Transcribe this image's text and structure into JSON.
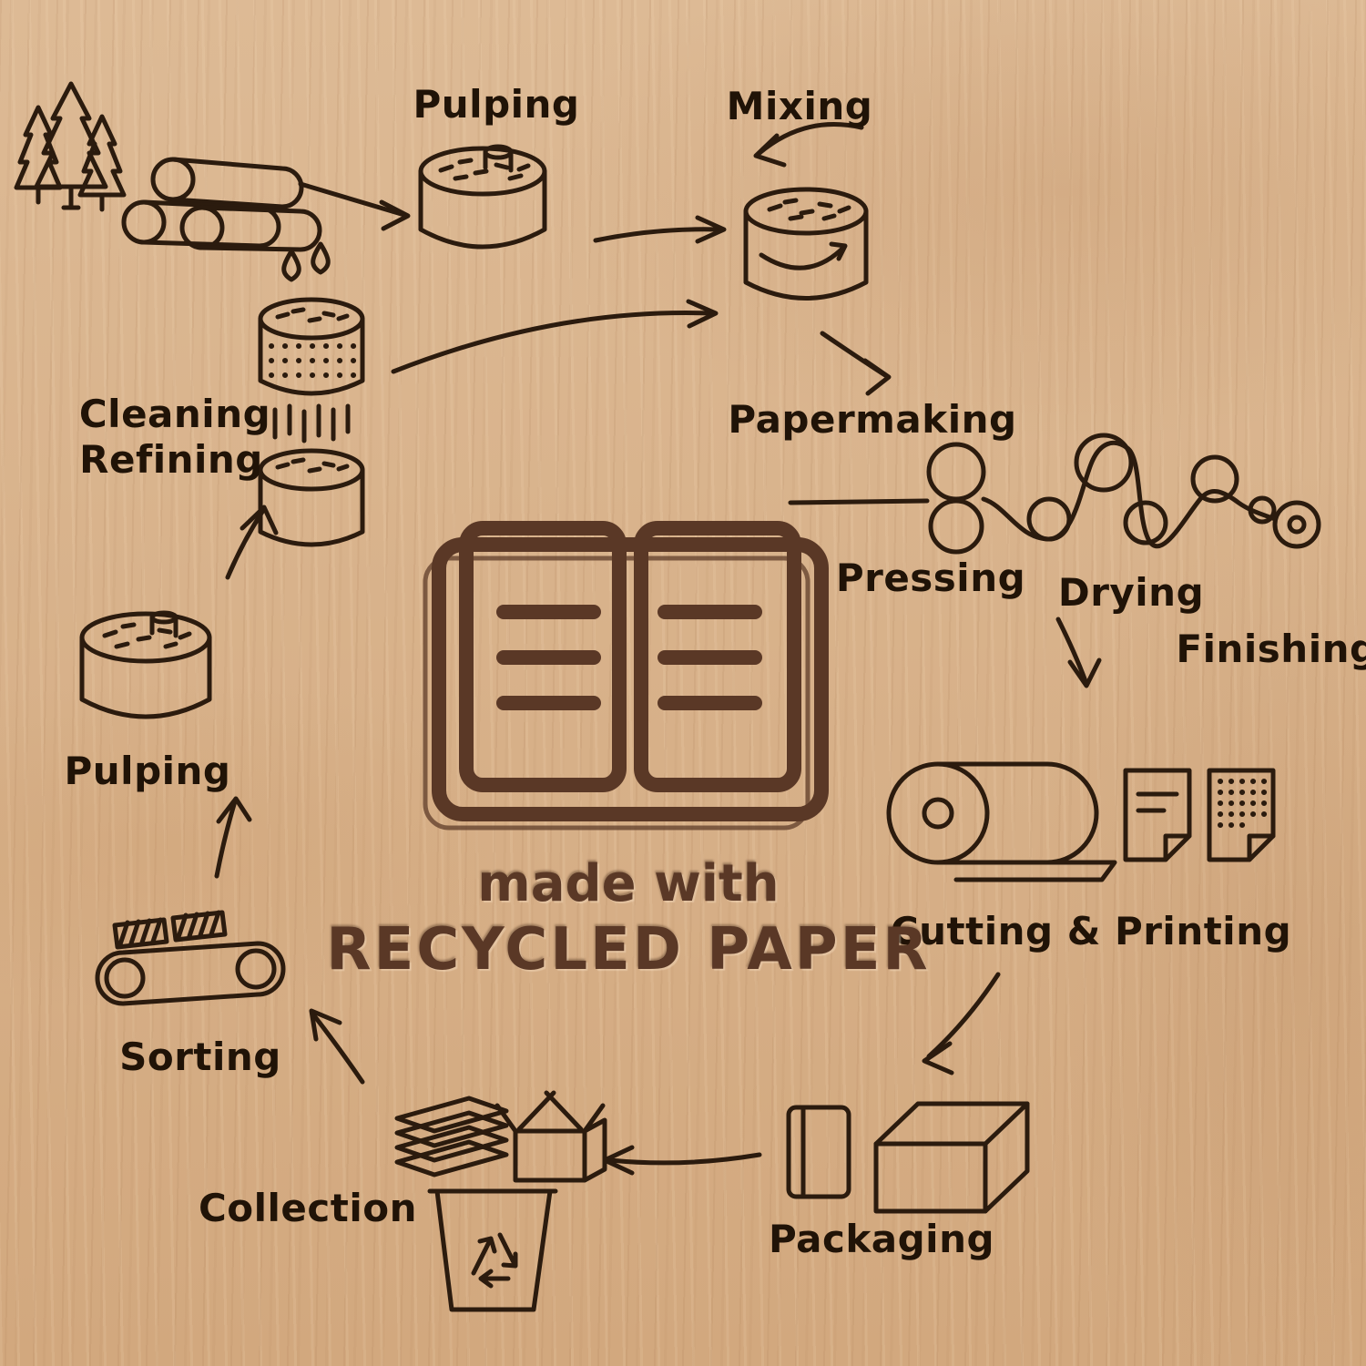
{
  "center": {
    "line1": "made with",
    "line2": "RECYCLED PAPER"
  },
  "labels": {
    "pulping_top": "Pulping",
    "mixing": "Mixing",
    "papermaking": "Papermaking",
    "pressing": "Pressing",
    "drying": "Drying",
    "finishing": "Finishing",
    "cutting_printing": "Cutting & Printing",
    "packaging": "Packaging",
    "collection": "Collection",
    "sorting": "Sorting",
    "pulping_left": "Pulping",
    "cleaning": "Cleaning",
    "refining": "Refining"
  },
  "colors": {
    "background_wood": "#d8b28b",
    "line_art": "#2b1b0e",
    "label_text": "#201307",
    "center_brown": "#5a3826"
  },
  "icons": [
    "trees-icon",
    "logs-icon",
    "pulping-vat-icon",
    "mixing-vat-icon",
    "water-drops-icon",
    "cleaning-vat-icon",
    "refining-vat-icon",
    "papermaking-machine-icon",
    "paper-roll-icon",
    "printed-sheet-icon",
    "dotted-sheet-icon",
    "packaged-book-icon",
    "box-icon",
    "paper-stack-icon",
    "open-box-icon",
    "recycle-bin-icon",
    "conveyor-icon",
    "pulping-vat-left-icon",
    "open-book-icon"
  ]
}
